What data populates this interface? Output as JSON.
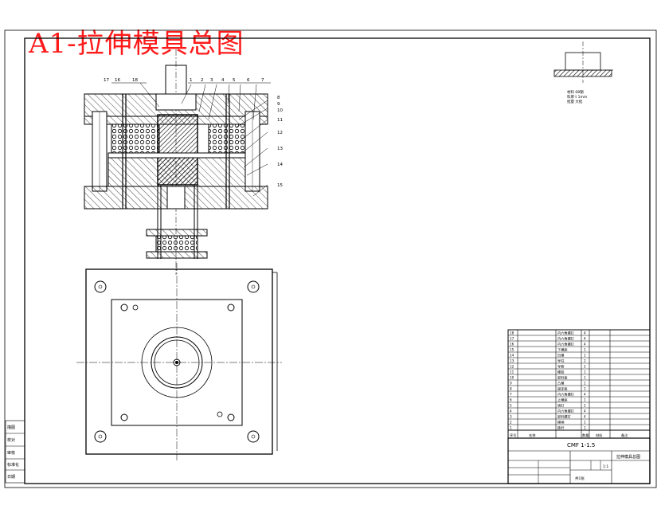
{
  "drawing": {
    "title": "A1-拉伸模具总图"
  },
  "callouts": [
    "1",
    "2",
    "3",
    "4",
    "5",
    "6",
    "7",
    "8",
    "9",
    "10",
    "11",
    "12",
    "13",
    "14",
    "15",
    "16",
    "17",
    "18"
  ],
  "detail_view": {
    "notes": [
      "材料 08钢",
      "料厚 t 1mm",
      "批量 大批"
    ]
  },
  "parts_table": {
    "rows": [
      {
        "no": "18",
        "name": "内六角螺钉",
        "qty": "4"
      },
      {
        "no": "17",
        "name": "内六角螺钉",
        "qty": "4"
      },
      {
        "no": "16",
        "name": "内六角螺钉",
        "qty": "4"
      },
      {
        "no": "15",
        "name": "下模座",
        "qty": "1"
      },
      {
        "no": "14",
        "name": "凹模",
        "qty": "1"
      },
      {
        "no": "13",
        "name": "导柱",
        "qty": "2"
      },
      {
        "no": "12",
        "name": "导套",
        "qty": "2"
      },
      {
        "no": "11",
        "name": "橡胶",
        "qty": "1"
      },
      {
        "no": "10",
        "name": "卸料板",
        "qty": "1"
      },
      {
        "no": "9",
        "name": "凸模",
        "qty": "1"
      },
      {
        "no": "8",
        "name": "固定板",
        "qty": "1"
      },
      {
        "no": "7",
        "name": "内六角螺钉",
        "qty": "4"
      },
      {
        "no": "6",
        "name": "上模座",
        "qty": "1"
      },
      {
        "no": "5",
        "name": "销钉",
        "qty": "2"
      },
      {
        "no": "4",
        "name": "内六角螺钉",
        "qty": "4"
      },
      {
        "no": "3",
        "name": "卸料螺钉",
        "qty": "4"
      },
      {
        "no": "2",
        "name": "模柄",
        "qty": "1"
      },
      {
        "no": "1",
        "name": "推杆",
        "qty": "1"
      }
    ],
    "header": [
      "序号",
      "名称",
      "数量",
      "材料",
      "备注"
    ],
    "drawing_no": "CMF 1-1.5",
    "product_name": "拉伸模具总图",
    "scale": "1:1",
    "sheet": "共1张"
  },
  "side_labels": [
    "描图",
    "校对",
    "审核",
    "标准化",
    "日期"
  ]
}
